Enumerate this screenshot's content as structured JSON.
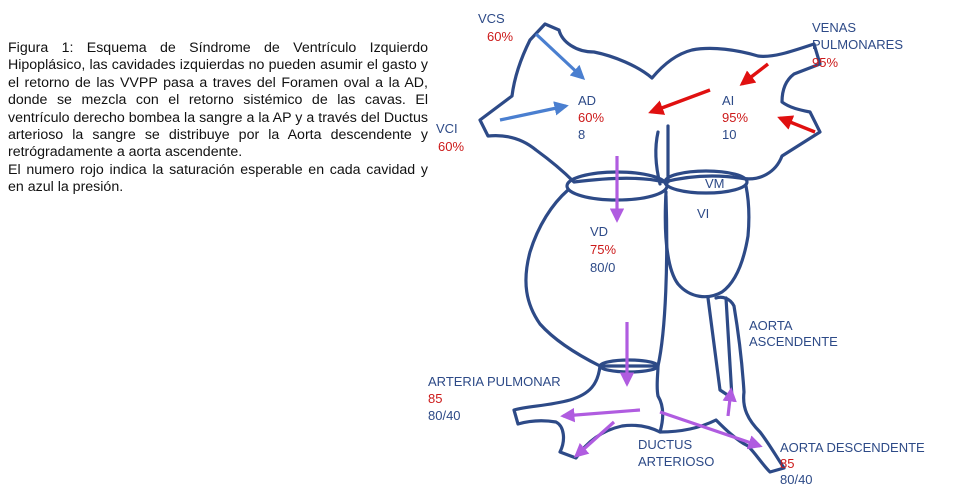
{
  "caption": {
    "paragraph1": "Figura 1: Esquema de Síndrome de Ventrículo Izquierdo Hipoplásico, las cavidades izquierdas no pueden asumir el gasto y el retorno de las VVPP pasa a traves del Foramen oval a la AD, donde se mezcla con el retorno sistémico de las cavas. El ventrículo derecho bombea la sangre a la AP y a través del Ductus arterioso la sangre se distribuye por la Aorta descendente y retrógradamente a aorta ascendente.",
    "paragraph2": "El numero rojo indica la saturación esperable en cada cavidad y en azul la presión."
  },
  "labels": {
    "vcs": {
      "name": "VCS",
      "sat": "60%"
    },
    "vci": {
      "name": "VCI",
      "sat": "60%"
    },
    "venas_pulmonares": {
      "line1": "VENAS",
      "line2": "PULMONARES",
      "sat": "95%"
    },
    "ad": {
      "name": "AD",
      "sat": "60%",
      "pressure": "8"
    },
    "ai": {
      "name": "AI",
      "sat": "95%",
      "pressure": "10"
    },
    "vm": "VM",
    "vi": "VI",
    "vd": {
      "name": "VD",
      "sat": "75%",
      "pressure": "80/0"
    },
    "aorta_ascendente": {
      "line1": "AORTA",
      "line2": "ASCENDENTE"
    },
    "arteria_pulmonar": {
      "name": "ARTERIA PULMONAR",
      "sat": "85",
      "pressure": "80/40"
    },
    "ductus": {
      "line1": "DUCTUS",
      "line2": "ARTERIOSO"
    },
    "aorta_descendente": {
      "name": "AORTA DESCENDENTE",
      "sat": "85",
      "pressure": "80/40"
    }
  },
  "colors": {
    "outline": "#2d4a87",
    "saturation": "#cc1a1a",
    "pressure": "#2d4a87",
    "systemic_arrow": "#4a7fd0",
    "pulmonary_arrow": "#e01010",
    "ventricular_arrow": "#b05ce0"
  }
}
